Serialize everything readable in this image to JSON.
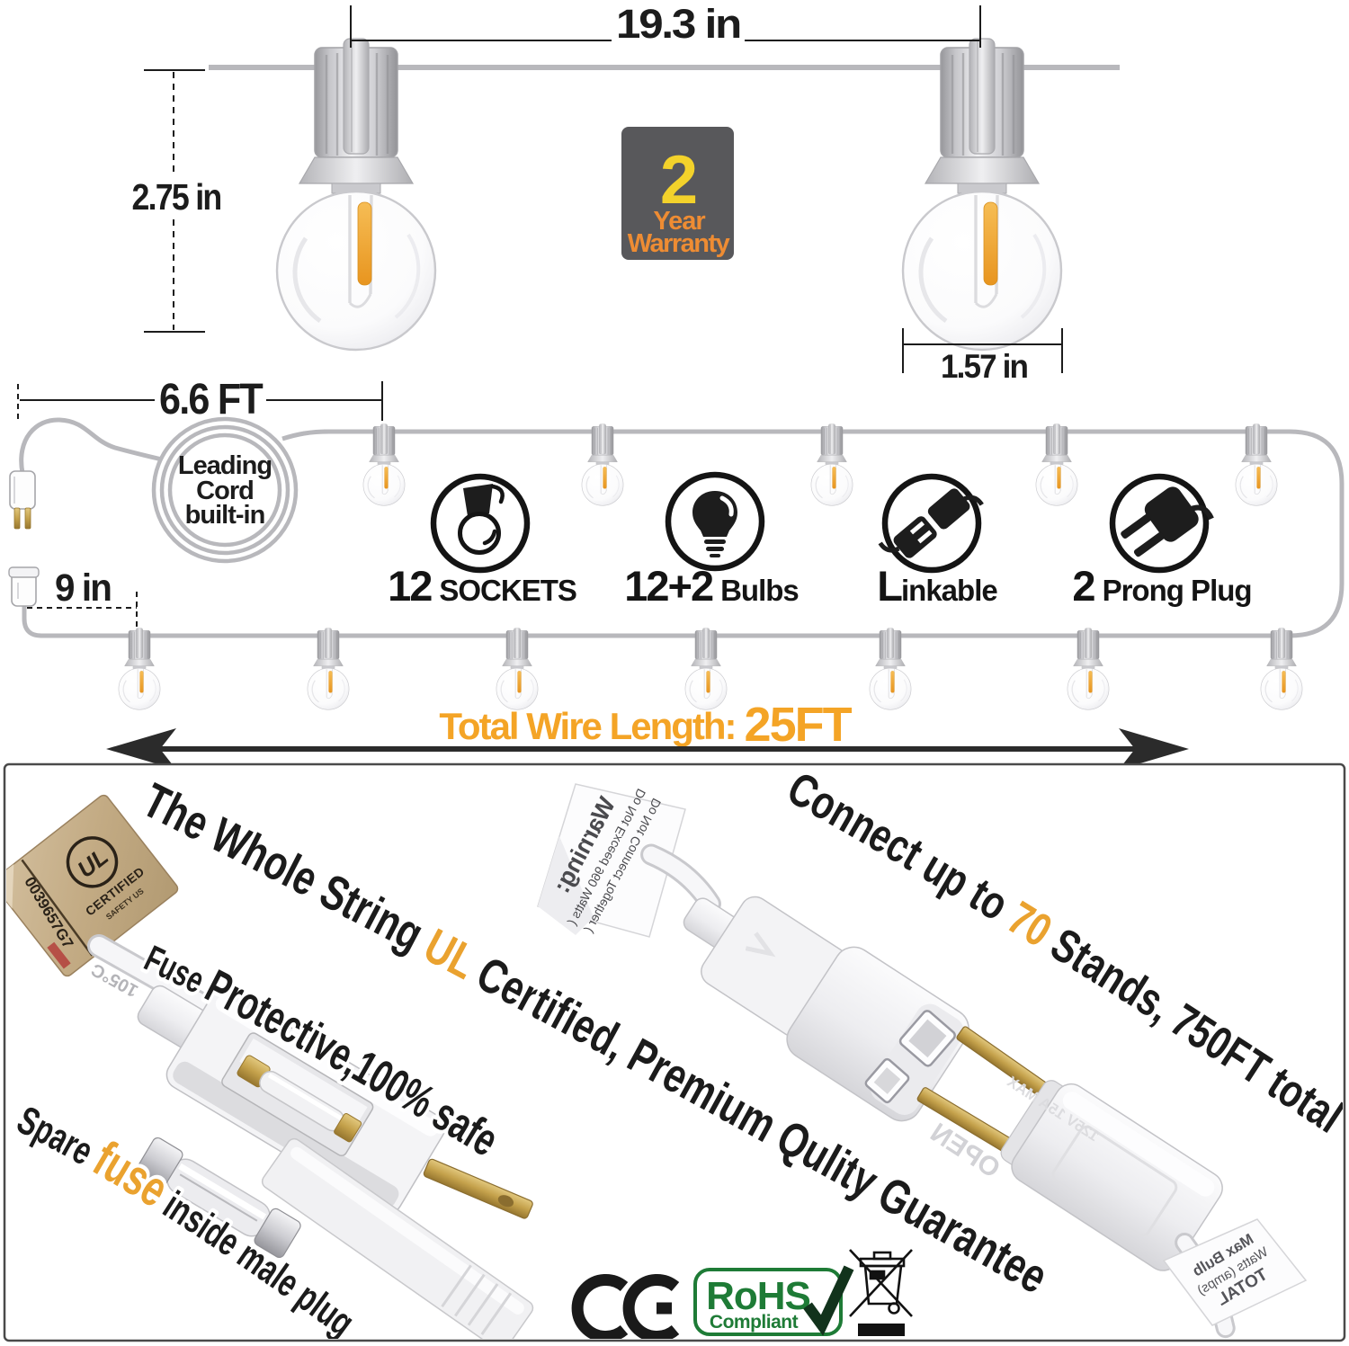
{
  "colors": {
    "accent_orange": "#eaa22f",
    "total_orange": "#f4a426",
    "badge_bg": "#58585b",
    "badge_number_yellow": "#f3d22b",
    "badge_text_orange": "#ee8c33",
    "rohs_green": "#1e7b36",
    "filament_orange": "#f0a43c",
    "wire_gray": "#b8b8bc"
  },
  "top": {
    "dim_spacing": "19.3 in",
    "dim_drop": "2.75 in",
    "dim_bulb_width": "1.57 in",
    "warranty": {
      "number": "2",
      "line1": "Year",
      "line2": "Warranty"
    }
  },
  "middle": {
    "dim_lead": "6.6 FT",
    "dim_socket_gap": "9 in",
    "coil": {
      "line1": "Leading",
      "line2": "Cord",
      "line3": "built-in"
    },
    "features": [
      {
        "value": "12",
        "label": "SOCKETS",
        "icon": "socket-icon"
      },
      {
        "value": "12+2",
        "label": "Bulbs",
        "icon": "bulb-icon"
      },
      {
        "value": "L",
        "label": "inkable",
        "icon": "linkable-plugs-icon"
      },
      {
        "value": "2",
        "label": "Prong Plug",
        "icon": "two-prong-plug-icon"
      }
    ],
    "total_label": "Total Wire Length:",
    "total_value": "25FT"
  },
  "bottom": {
    "headline": {
      "pre": "The Whole String ",
      "highlight": "UL",
      "post": " Certified, Premium Qulity Guarantee"
    },
    "connect": {
      "pre": "Connect up to ",
      "highlight": "70",
      "post": " Stands, 750FT total"
    },
    "fuse_line": {
      "small": "Fuse ",
      "big": "Protective,100% safe"
    },
    "spare": {
      "pre": "Spare ",
      "highlight": "fuse",
      "post": " inside male plug"
    },
    "ul_tag": {
      "serial": "0039657G7",
      "logo": "UL",
      "certified": "CERTIFIED",
      "safety": "SAFETY US"
    },
    "cord_print": "105°C",
    "warning_label": {
      "title": "Warning:",
      "line1": "Do Not Exceed 960 Watts (",
      "line2": "Do Not Connect Together ("
    },
    "plug_embossed": "OPEN",
    "plug_embossed2": "125V 15A MAX",
    "end_label": {
      "line1": "Max Bulb",
      "line2": "Watts (amps)",
      "line3": "TOTAL"
    },
    "marks": {
      "ce": "CE",
      "rohs_line1": "RoHS",
      "rohs_line2": "Compliant",
      "weee": "crossed-out wheelie bin"
    }
  }
}
